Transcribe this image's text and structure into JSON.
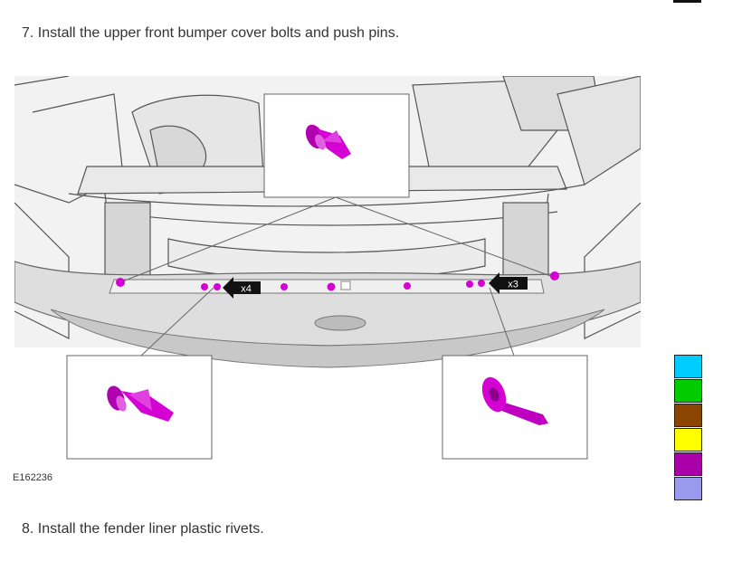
{
  "steps": {
    "step7": "7. Install the upper front bumper cover bolts and push pins.",
    "step8": "8. Install the fender liner plastic rivets."
  },
  "figure": {
    "id_label": "E162236",
    "callouts": {
      "left_count": "x4",
      "right_count": "x3"
    },
    "highlight_color": "#d400d4"
  },
  "legend": {
    "colors": [
      "#00ccff",
      "#00cc00",
      "#8b4500",
      "#ffff00",
      "#aa00aa",
      "#9999ee"
    ]
  }
}
